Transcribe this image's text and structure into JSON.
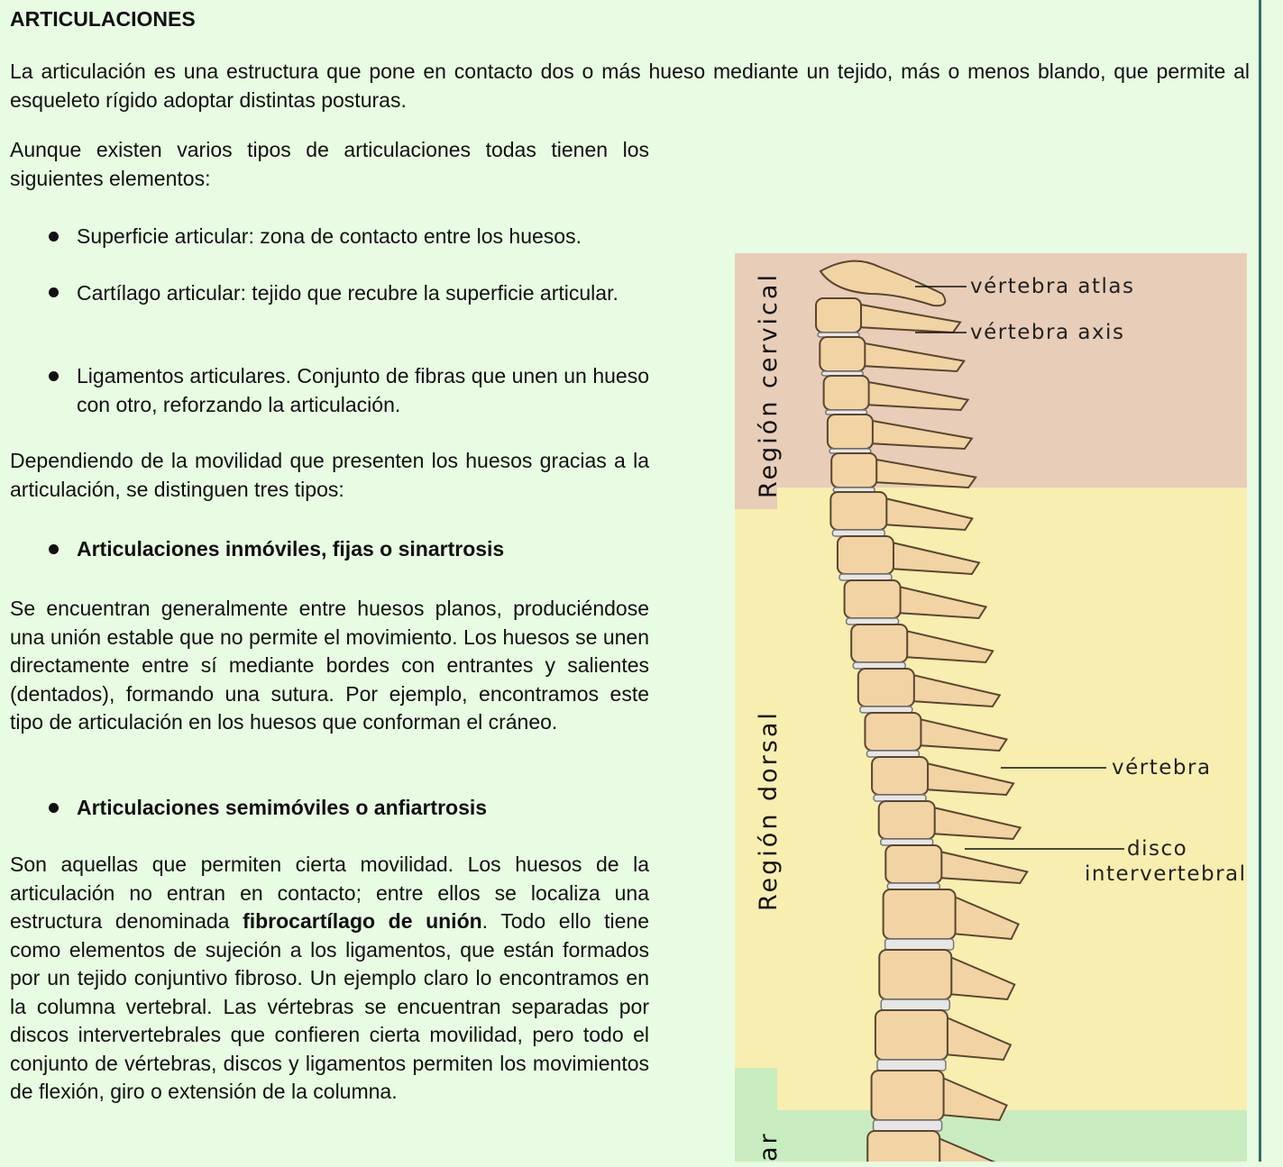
{
  "title": "ARTICULACIONES",
  "intro": "La articulación es una estructura que pone en contacto dos o más hueso mediante un tejido, más o menos blando, que permite al esqueleto rígido adoptar distintas posturas.",
  "elements_intro": "Aunque existen varios tipos de articulaciones todas tienen los siguientes elementos:",
  "elements": [
    "Superficie articular: zona de contacto entre los huesos.",
    "Cartílago articular: tejido que recubre la superficie articular.",
    "Ligamentos articulares. Conjunto de fibras que unen un hueso con otro, reforzando la articulación."
  ],
  "types_intro": "Dependiendo de la movilidad que presenten los huesos gracias a la articulación, se distinguen tres tipos:",
  "type1": {
    "heading": "Articulaciones inmóviles, fijas o sinartrosis",
    "text": "Se encuentran generalmente entre huesos planos, produciéndose una unión estable que no permite el movimiento. Los huesos se unen directamente entre sí mediante bordes con entrantes y salientes (dentados), formando una sutura. Por ejemplo, encontramos este tipo de articulación en los huesos que conforman el cráneo."
  },
  "type2": {
    "heading": "Articulaciones semimóviles o anfiartrosis",
    "text_a": "Son aquellas que permiten cierta movilidad. Los huesos de la articulación no entran en contacto; entre ellos se localiza una estructura denominada ",
    "text_bold": "fibrocartílago de unión",
    "text_b": ". Todo ello tiene como elementos de sujeción a los ligamentos, que están formados  por un tejido conjuntivo fibroso. Un ejemplo claro lo encontramos en la columna vertebral. Las vértebras se encuentran separadas por discos intervertebrales que confieren cierta movilidad, pero todo el conjunto de vértebras, discos y ligamentos permiten los movimientos de flexión, giro o extensión de la columna."
  },
  "figure": {
    "region_cervical": "Región cervical",
    "region_dorsal": "Región dorsal",
    "region_lumbar": "ar",
    "label_atlas": "vértebra atlas",
    "label_axis": "vértebra axis",
    "label_vertebra": "vértebra",
    "label_disco_1": "disco",
    "label_disco_2": "intervertebral",
    "colors": {
      "cervical": "#e8cdb8",
      "dorsal": "#f8eeb0",
      "lumbar": "#c8ecc0",
      "bone": "#f1d3a4",
      "disc": "#e6e6e6"
    }
  }
}
